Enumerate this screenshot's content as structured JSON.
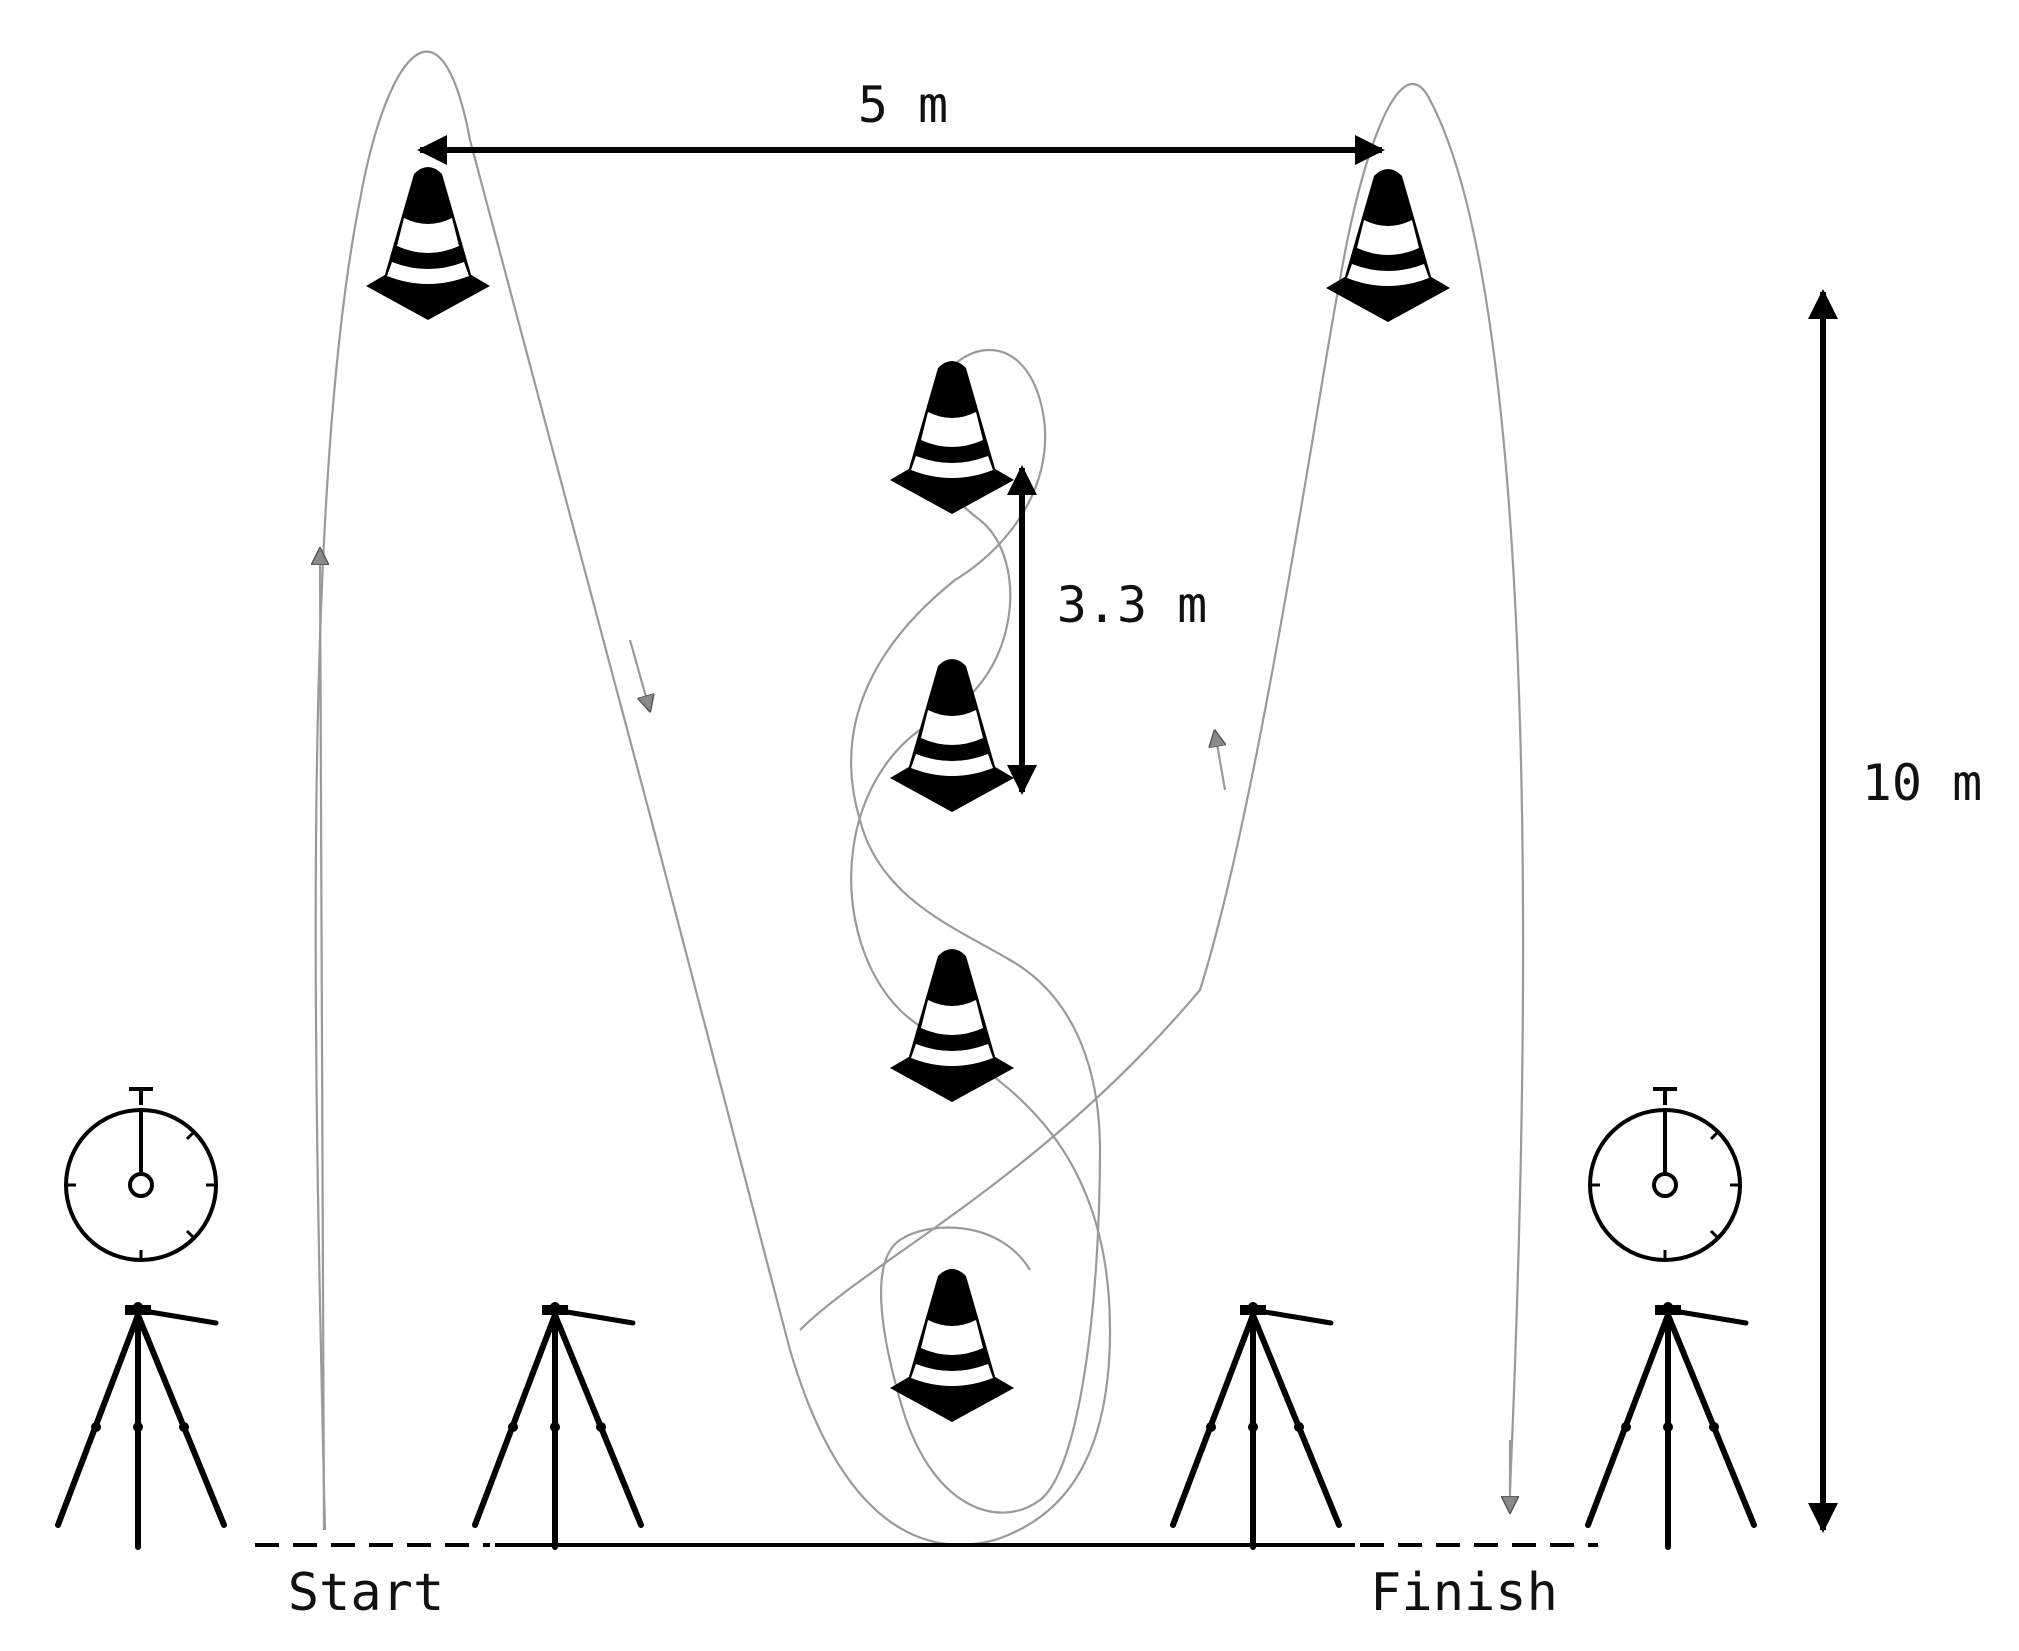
{
  "dimensions": {
    "cone_spacing_top": "5 m",
    "slalom_spacing": "3.3 m",
    "total_length": "10 m"
  },
  "labels": {
    "start": "Start",
    "finish": "Finish"
  },
  "icons": {
    "cone": "traffic-cone-icon",
    "tripod": "tripod-icon",
    "stopwatch": "stopwatch-icon"
  },
  "colors": {
    "ink": "#000000",
    "path": "#9a9a9a",
    "background": "#ffffff"
  }
}
